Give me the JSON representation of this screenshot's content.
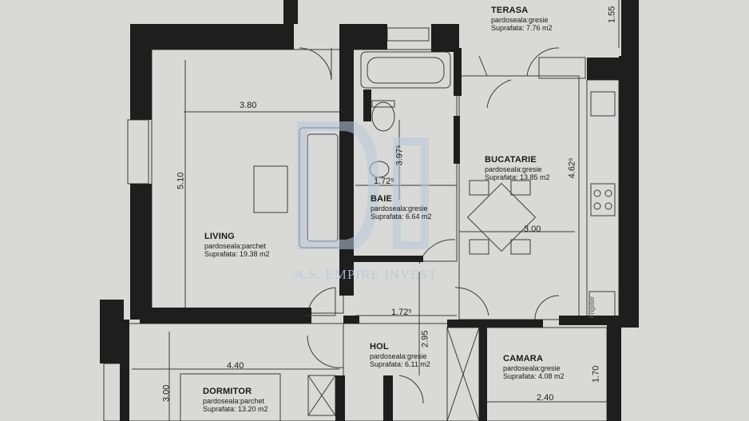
{
  "rooms": {
    "terasa": {
      "name": "TERASA",
      "floor": "pardoseala:gresie",
      "area": "Suprafata: 7.76 m2"
    },
    "bucatarie": {
      "name": "BUCATARIE",
      "floor": "pardoseala:gresie",
      "area": "Suprafata: 13.85 m2"
    },
    "baie": {
      "name": "BAIE",
      "floor": "pardoseala:gresie",
      "area": "Suprafata: 6.64 m2"
    },
    "living": {
      "name": "LIVING",
      "floor": "pardoseala:parchet",
      "area": "Suprafata: 19.38 m2"
    },
    "hol": {
      "name": "HOL",
      "floor": "pardoseala:gresie",
      "area": "Suprafata: 6.11 m2"
    },
    "camara": {
      "name": "CAMARA",
      "floor": "pardoseala:gresie",
      "area": "Suprafata: 4.08 m2"
    },
    "dormitor": {
      "name": "DORMITOR",
      "floor": "pardoseala:parchet",
      "area": "Suprafata: 13.20 m2"
    }
  },
  "dimensions": {
    "living_width": "3.80",
    "living_height": "5.10",
    "baie_height": "3.97⁵",
    "baie_width": "1.72⁵",
    "bucatarie_width": "3.00",
    "bucatarie_height": "4.62⁵",
    "hol_width": "1.72⁵",
    "hol_height": "2.95",
    "dormitor_width": "4.40",
    "dormitor_height": "3.00",
    "camara_width": "2.40",
    "camara_height": "1.70",
    "terasa_height": "1.55"
  },
  "labels": {
    "fridge": "Frigider"
  },
  "watermark": "A.S. EMPIRE INVEST",
  "colors": {
    "wall": "#1e1e1e",
    "paper": "#d9dad7",
    "line": "#3a3a3a",
    "watermark": "#b8c6db"
  }
}
